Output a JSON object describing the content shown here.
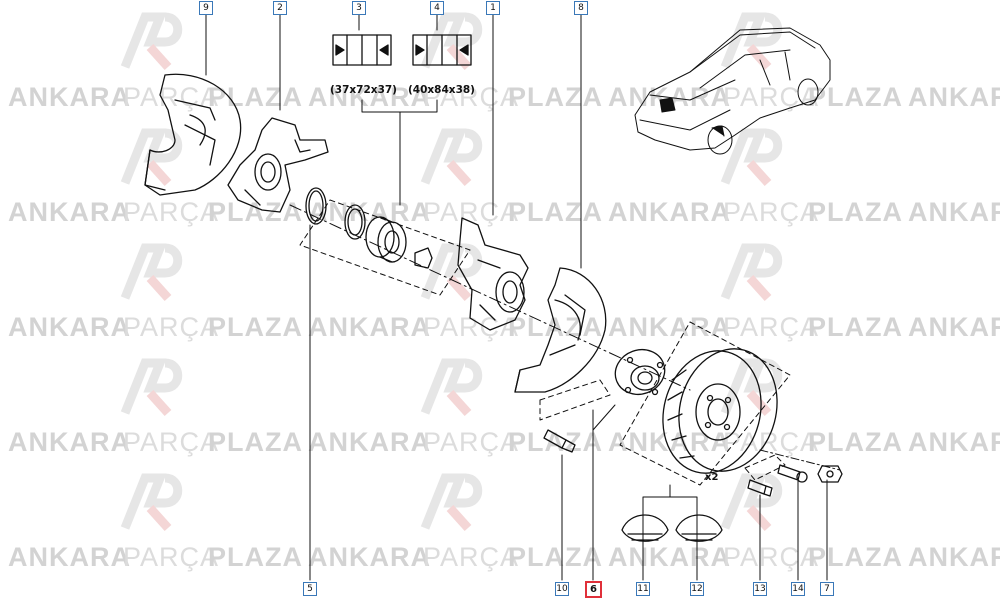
{
  "watermark": {
    "word1": "ANKARA",
    "word2": "PARÇA",
    "word3": "PLAZA"
  },
  "references": [
    {
      "id": "9",
      "selected": false
    },
    {
      "id": "2",
      "selected": false
    },
    {
      "id": "3",
      "selected": false
    },
    {
      "id": "4",
      "selected": false
    },
    {
      "id": "1",
      "selected": false
    },
    {
      "id": "8",
      "selected": false
    },
    {
      "id": "5",
      "selected": false
    },
    {
      "id": "10",
      "selected": false
    },
    {
      "id": "6",
      "selected": true
    },
    {
      "id": "11",
      "selected": false
    },
    {
      "id": "12",
      "selected": false
    },
    {
      "id": "13",
      "selected": false
    },
    {
      "id": "14",
      "selected": false
    },
    {
      "id": "7",
      "selected": false
    }
  ],
  "dimensions": {
    "bearing_3": "(37x72x37)",
    "bearing_4": "(40x84x38)"
  },
  "quantity_note": "x2",
  "colors": {
    "ref_border": "#3a78b8",
    "selected_border": "#e0303a",
    "watermark": "#d3d3d3"
  }
}
